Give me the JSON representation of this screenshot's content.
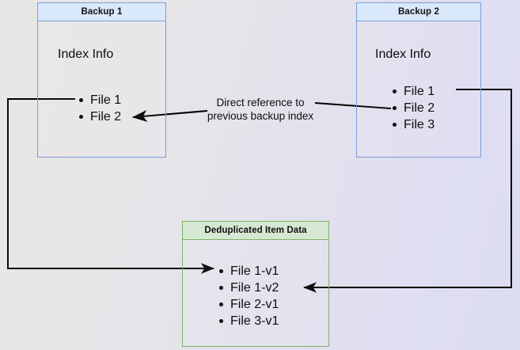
{
  "diagram": {
    "title_backup1": "Backup 1",
    "title_backup2": "Backup 2",
    "title_dedup": "Deduplicated Item Data",
    "index_info_label": "Index Info",
    "annotation_line1": "Direct reference to",
    "annotation_line2": "previous backup index",
    "backup1_items": [
      "File 1",
      "File 2"
    ],
    "backup2_items": [
      "File 1",
      "File 2",
      "File 3"
    ],
    "dedup_items": [
      "File 1-v1",
      "File 1-v2",
      "File 2-v1",
      "File 3-v1"
    ],
    "colors": {
      "blue_border": "#7b9fd4",
      "blue_header_fill": "#dae8fc",
      "green_border": "#82b366",
      "green_header_fill": "#d5e8d4",
      "connector": "#000000",
      "text": "#0d0d0d"
    }
  }
}
